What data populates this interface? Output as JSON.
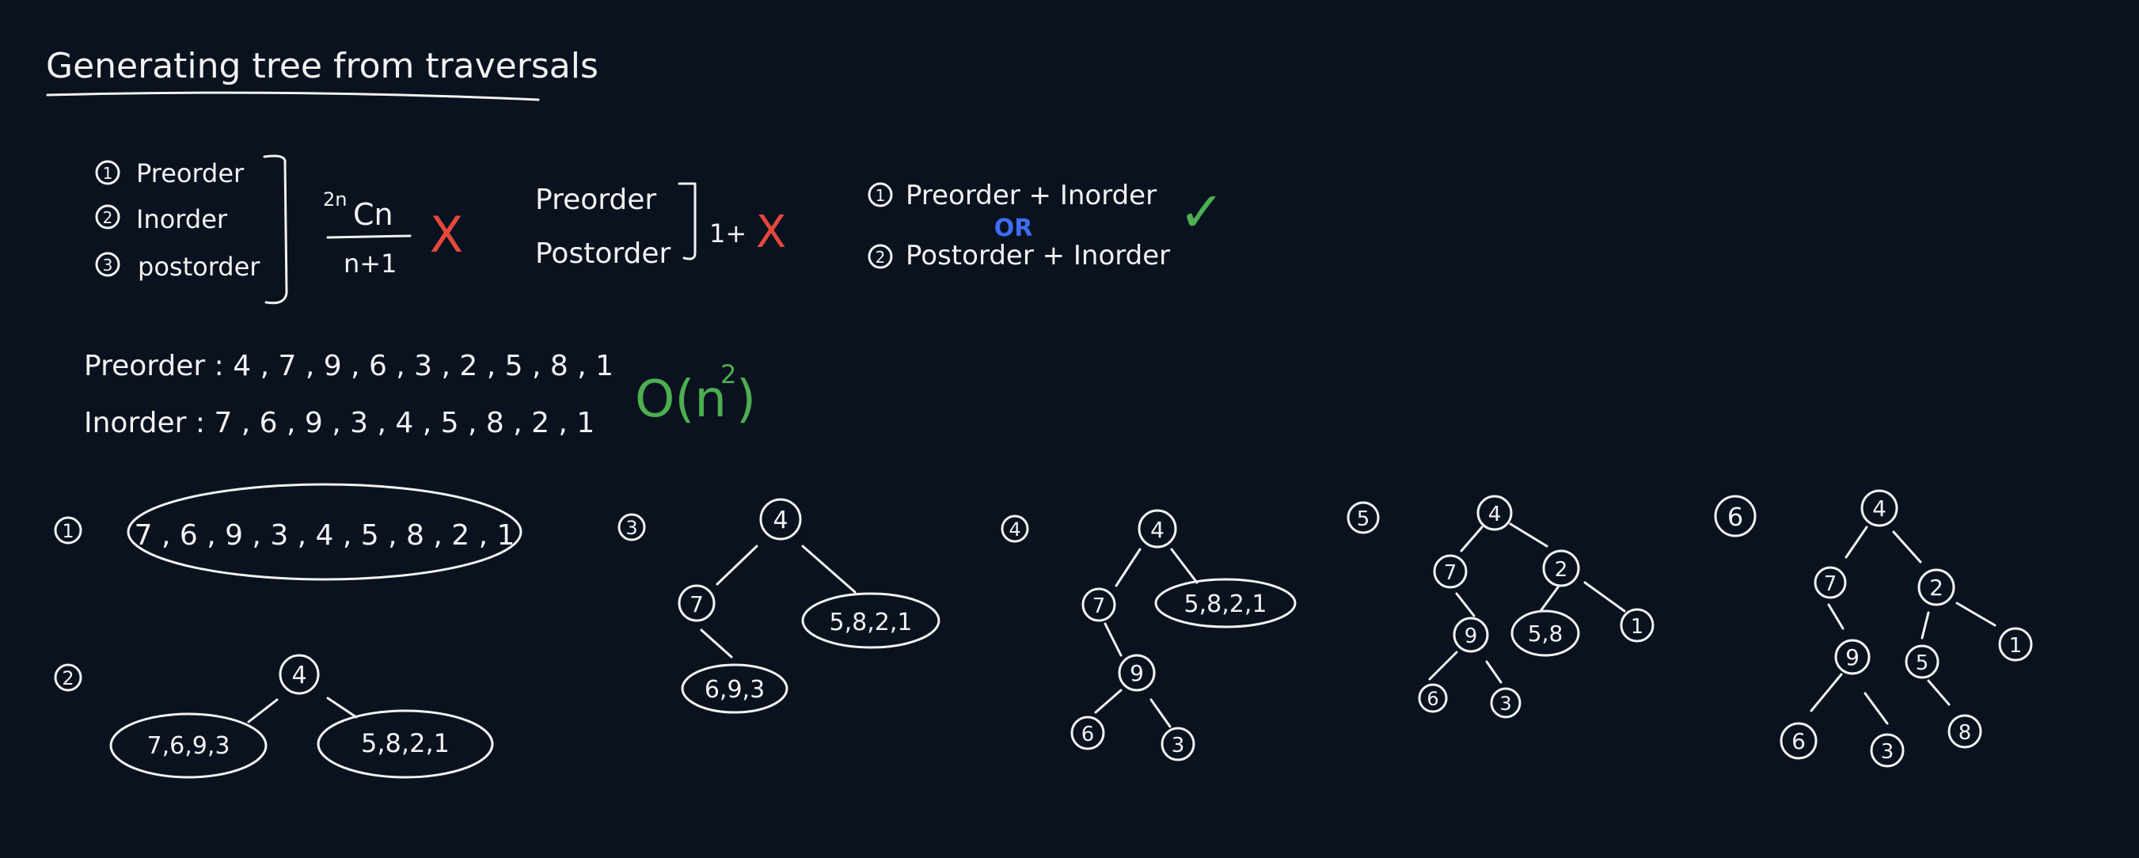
{
  "title": "Generating tree from traversals",
  "traversal_list": [
    {
      "num": "1",
      "label": "Preorder"
    },
    {
      "num": "2",
      "label": "Inorder"
    },
    {
      "num": "3",
      "label": "postorder"
    }
  ],
  "count_formula": {
    "numerator_sup": "2n",
    "numerator_main": "Cn",
    "denominator": "n+1"
  },
  "pre_post": {
    "line1": "Preorder",
    "line2": "Postorder",
    "suffix": "1+"
  },
  "cross_mark": "X",
  "combos": {
    "item1": {
      "num": "1",
      "text": "Preorder + Inorder"
    },
    "or": "OR",
    "item2": {
      "num": "2",
      "text": "Postorder + Inorder"
    },
    "check": "✓"
  },
  "sequences": {
    "preorder": "Preorder : 4 , 7 , 9 , 6 , 3 , 2 , 5 , 8 , 1",
    "inorder": "Inorder : 7 , 6 , 9 , 3 , 4 , 5 , 8 , 2 , 1"
  },
  "complexity": {
    "base": "O(n",
    "exp": "2",
    "close": ")"
  },
  "colors": {
    "background": "#0a1220",
    "ink": "#f2f2f2",
    "red": "#e5483b",
    "green": "#4caf50",
    "blue": "#3d6ef2"
  },
  "steps": {
    "s1": {
      "num": "1",
      "set": "7 , 6 , 9 , 3 , 4 , 5 , 8 , 2 , 1"
    },
    "s2": {
      "num": "2",
      "root": "4",
      "left": "7,6,9,3",
      "right": "5,8,2,1"
    },
    "s3": {
      "num": "3",
      "root": "4",
      "n7": "7",
      "left": "6,9,3",
      "right": "5,8,2,1"
    },
    "s4": {
      "num": "4",
      "root": "4",
      "n7": "7",
      "n9": "9",
      "n6": "6",
      "n3": "3",
      "right": "5,8,2,1"
    },
    "s5": {
      "num": "5",
      "root": "4",
      "n7": "7",
      "n2": "2",
      "n9": "9",
      "right": "5,8",
      "n1": "1",
      "n6": "6",
      "n3": "3"
    },
    "s6": {
      "num": "6",
      "root": "4",
      "n7": "7",
      "n2": "2",
      "n9": "9",
      "n5": "5",
      "n1": "1",
      "n6": "6",
      "n3": "3",
      "n8": "8"
    }
  }
}
